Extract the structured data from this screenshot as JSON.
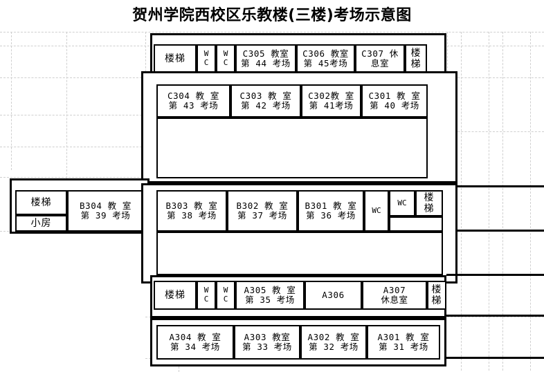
{
  "title": "贺州学院西校区乐教楼(三楼)考场示意图",
  "colors": {
    "ink": "#000000",
    "paper": "#ffffff",
    "gridline": "#cfcfcf"
  },
  "floor_plan": {
    "building": "乐教楼",
    "campus": "贺州学院西校区",
    "floor": "三楼",
    "legend_terms": {
      "stairs": "楼梯",
      "toilet": "WC",
      "small_room": "小房",
      "rest_room": "休息室",
      "classroom": "教室"
    },
    "wings": [
      {
        "name": "c-wing",
        "rows": [
          {
            "name": "c-top-row",
            "cells": [
              {
                "name": "stairs-c-left",
                "l1": "楼梯",
                "l2": "",
                "kind": "cjk"
              },
              {
                "name": "wc-c-1",
                "l1": "W",
                "l2": "C",
                "kind": "wc"
              },
              {
                "name": "wc-c-2",
                "l1": "W",
                "l2": "C",
                "kind": "wc"
              },
              {
                "name": "room-c305",
                "l1": "C305 教室",
                "l2": "第 44 考场",
                "kind": "room"
              },
              {
                "name": "room-c306",
                "l1": "C306 教室",
                "l2": "第 45考场",
                "kind": "room"
              },
              {
                "name": "room-c307",
                "l1": "C307 休",
                "l2": "息室",
                "kind": "room"
              },
              {
                "name": "stairs-c-right",
                "l1": "楼",
                "l2": "梯",
                "kind": "cjk"
              }
            ]
          },
          {
            "name": "c-bottom-row",
            "cells": [
              {
                "name": "room-c304",
                "l1": "C304 教 室",
                "l2": "第 43 考场",
                "kind": "room"
              },
              {
                "name": "room-c303",
                "l1": "C303 教 室",
                "l2": "第 42 考场",
                "kind": "room"
              },
              {
                "name": "room-c302",
                "l1": "C302教 室",
                "l2": "第 41考场",
                "kind": "room"
              },
              {
                "name": "room-c301",
                "l1": "C301 教 室",
                "l2": "第 40 考场",
                "kind": "room"
              }
            ]
          }
        ]
      },
      {
        "name": "b-wing",
        "rows": [
          {
            "name": "b-left-block",
            "cells": [
              {
                "name": "stairs-b-left",
                "l1": "楼梯",
                "l2": "",
                "kind": "cjk"
              },
              {
                "name": "small-room",
                "l1": "小房",
                "l2": "",
                "kind": "cjk"
              }
            ]
          },
          {
            "name": "b-main-row",
            "cells": [
              {
                "name": "room-b304",
                "l1": "B304 教 室",
                "l2": "第 39 考场",
                "kind": "room"
              },
              {
                "name": "room-b303",
                "l1": "B303 教 室",
                "l2": "第 38 考场",
                "kind": "room"
              },
              {
                "name": "room-b302",
                "l1": "B302 教 室",
                "l2": "第 37 考场",
                "kind": "room"
              },
              {
                "name": "room-b301",
                "l1": "B301 教 室",
                "l2": "第 36 考场",
                "kind": "room"
              },
              {
                "name": "wc-b-1",
                "l1": "WC",
                "l2": "",
                "kind": "wc"
              },
              {
                "name": "wc-b-2",
                "l1": "WC",
                "l2": "",
                "kind": "wc"
              },
              {
                "name": "stairs-b-right",
                "l1": "楼",
                "l2": "梯",
                "kind": "cjk"
              }
            ]
          }
        ]
      },
      {
        "name": "a-wing",
        "rows": [
          {
            "name": "a-top-row",
            "cells": [
              {
                "name": "stairs-a-left",
                "l1": "楼梯",
                "l2": "",
                "kind": "cjk"
              },
              {
                "name": "wc-a-1",
                "l1": "W",
                "l2": "C",
                "kind": "wc"
              },
              {
                "name": "wc-a-2",
                "l1": "W",
                "l2": "C",
                "kind": "wc"
              },
              {
                "name": "room-a305",
                "l1": "A305 教 室",
                "l2": "第 35 考场",
                "kind": "room"
              },
              {
                "name": "room-a306",
                "l1": "A306",
                "l2": "",
                "kind": "room"
              },
              {
                "name": "room-a307",
                "l1": "A307",
                "l2": "休息室",
                "kind": "room"
              },
              {
                "name": "stairs-a-right",
                "l1": "楼",
                "l2": "梯",
                "kind": "cjk"
              }
            ]
          },
          {
            "name": "a-bottom-row",
            "cells": [
              {
                "name": "room-a304",
                "l1": "A304 教 室",
                "l2": "第 34 考场",
                "kind": "room"
              },
              {
                "name": "room-a303",
                "l1": "A303 教室",
                "l2": "第 33 考场",
                "kind": "room"
              },
              {
                "name": "room-a302",
                "l1": "A302 教 室",
                "l2": "第 32 考场",
                "kind": "room"
              },
              {
                "name": "room-a301",
                "l1": "A301 教 室",
                "l2": "第 31 考场",
                "kind": "room"
              }
            ]
          }
        ]
      }
    ]
  }
}
